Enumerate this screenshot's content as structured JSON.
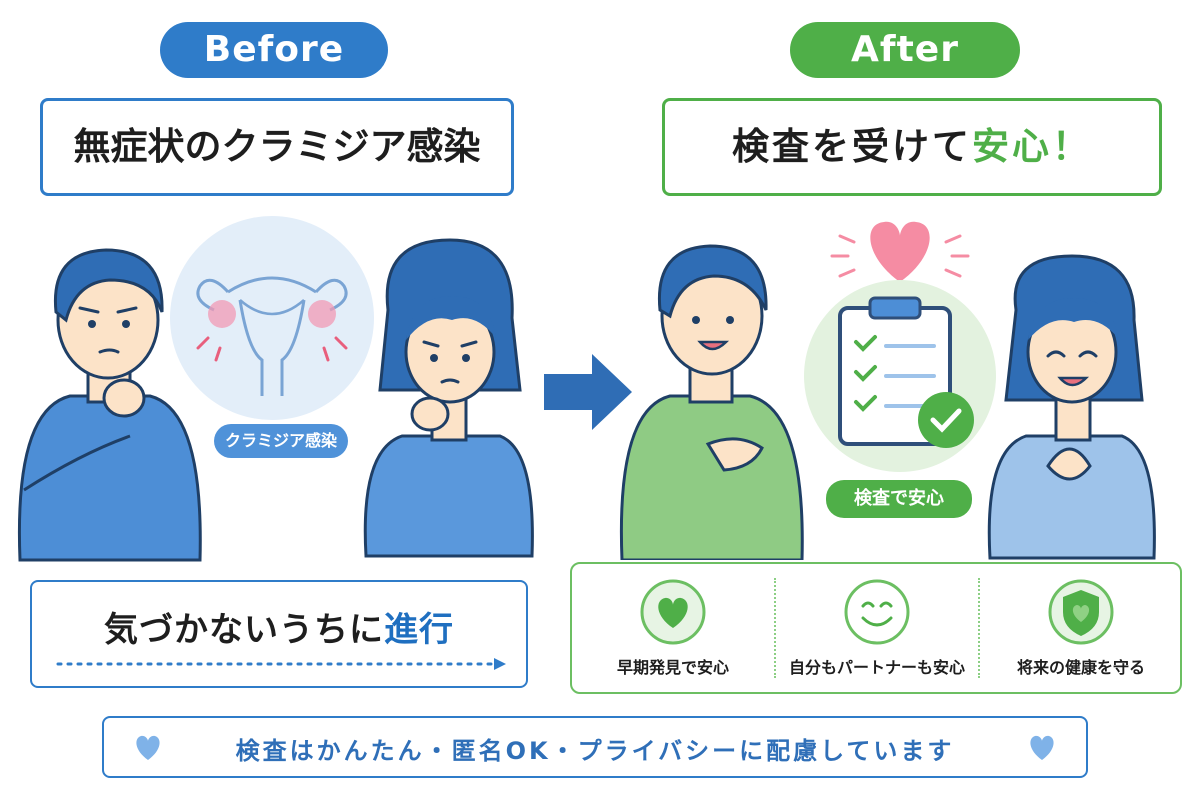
{
  "before": {
    "label": "Before",
    "headline": "無症状のクラミジア感染",
    "chip": "クラミジア感染",
    "note_prefix": "気づかないうちに",
    "note_highlight": "進行"
  },
  "after": {
    "label": "After",
    "headline_prefix": "検査を受けて",
    "headline_highlight": "安心！",
    "chip": "検査で安心",
    "benefits": [
      {
        "label": "早期発見で安心",
        "icon": "heart-icon"
      },
      {
        "label": "自分もパートナーも安心",
        "icon": "smile-icon"
      },
      {
        "label": "将来の健康を守る",
        "icon": "shield-heart-icon"
      }
    ]
  },
  "footer": {
    "text": "検査はかんたん・匿名OK・プライバシーに配慮しています"
  },
  "colors": {
    "before_blue": "#2f7cc9",
    "after_green": "#4faf48",
    "heart_pink": "#f58ca3"
  }
}
